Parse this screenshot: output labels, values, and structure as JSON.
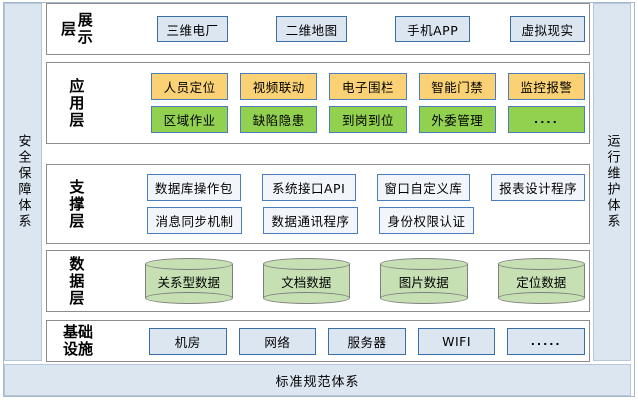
{
  "frame": {
    "left_band": "安全保障体系",
    "right_band": "运行维护体系",
    "bottom_band": "标准规范体系"
  },
  "layers": [
    {
      "id": "presentation",
      "label": "展示层",
      "rows": [
        {
          "style": "blue",
          "items": [
            {
              "text": "三维电厂"
            },
            {
              "text": "二维地图"
            },
            {
              "text": "手机APP"
            },
            {
              "text": "虚拟现实"
            }
          ]
        }
      ]
    },
    {
      "id": "application",
      "label": "应用层",
      "rows": [
        {
          "style": "orange",
          "items": [
            {
              "text": "人员定位"
            },
            {
              "text": "视频联动"
            },
            {
              "text": "电子围栏"
            },
            {
              "text": "智能门禁"
            },
            {
              "text": "监控报警"
            }
          ]
        },
        {
          "style": "green",
          "items": [
            {
              "text": "区域作业"
            },
            {
              "text": "缺陷隐患"
            },
            {
              "text": "到岗到位"
            },
            {
              "text": "外委管理"
            },
            {
              "text": "...."
            }
          ]
        }
      ]
    },
    {
      "id": "support",
      "label": "支撑层",
      "rows": [
        {
          "style": "white",
          "items": [
            {
              "text": "数据库操作包"
            },
            {
              "text": "系统接口API"
            },
            {
              "text": "窗口自定义库"
            },
            {
              "text": "报表设计程序"
            }
          ]
        },
        {
          "style": "white",
          "items": [
            {
              "text": "消息同步机制"
            },
            {
              "text": "数据通讯程序"
            },
            {
              "text": "身份权限认证"
            }
          ]
        }
      ]
    },
    {
      "id": "data",
      "label": "数据层",
      "rows": [
        {
          "style": "cylinder",
          "items": [
            {
              "text": "关系型数据"
            },
            {
              "text": "文档数据"
            },
            {
              "text": "图片数据"
            },
            {
              "text": "定位数据"
            }
          ]
        }
      ]
    },
    {
      "id": "infrastructure",
      "label": "基础设施",
      "label_line1": "基础",
      "label_line2": "设施",
      "rows": [
        {
          "style": "blue",
          "items": [
            {
              "text": "机房"
            },
            {
              "text": "网络"
            },
            {
              "text": "服务器"
            },
            {
              "text": "WIFI"
            },
            {
              "text": "....."
            }
          ]
        }
      ]
    }
  ],
  "colors": {
    "band_fill": "#dce6f1",
    "band_border": "#b7c7da",
    "box_blue_fill": "#dce6f1",
    "box_blue_border": "#3a6ea5",
    "box_white_fill": "#f2f6fb",
    "box_white_border": "#4a7ebb",
    "box_orange_fill": "#fad275",
    "box_green_fill": "#92d050",
    "cylinder_fill": "#c6e0b4",
    "cylinder_border": "#7f7f7f",
    "layer_border": "#8c8c8c",
    "outer_border": "#a8b8cc"
  }
}
